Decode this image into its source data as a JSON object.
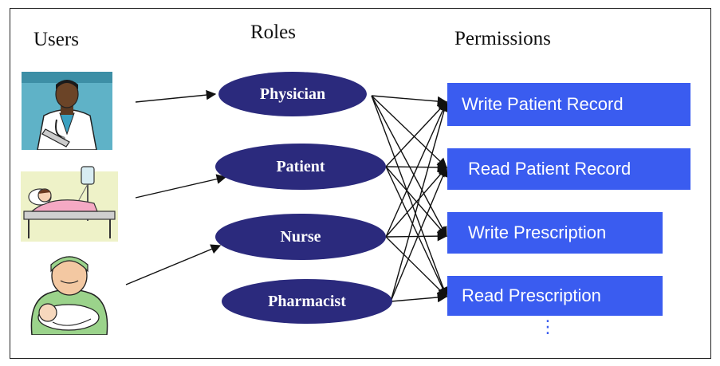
{
  "headings": {
    "users": "Users",
    "roles": "Roles",
    "permissions": "Permissions"
  },
  "users": [
    {
      "icon": "physician-user-icon"
    },
    {
      "icon": "patient-user-icon"
    },
    {
      "icon": "nurse-user-icon"
    }
  ],
  "roles": [
    "Physician",
    "Patient",
    "Nurse",
    "Pharmacist"
  ],
  "permissions": [
    "Write Patient Record",
    "Read Patient Record",
    "Write Prescription",
    "Read Prescription"
  ],
  "more_indicator": "⋮",
  "assignments": {
    "user_to_role": [
      [
        0,
        0
      ],
      [
        1,
        1
      ],
      [
        2,
        2
      ]
    ],
    "role_to_permission": [
      [
        0,
        0
      ],
      [
        0,
        1
      ],
      [
        0,
        2
      ],
      [
        0,
        3
      ],
      [
        1,
        0
      ],
      [
        1,
        1
      ],
      [
        1,
        2
      ],
      [
        1,
        3
      ],
      [
        2,
        0
      ],
      [
        2,
        1
      ],
      [
        2,
        2
      ],
      [
        2,
        3
      ],
      [
        3,
        0
      ],
      [
        3,
        1
      ],
      [
        3,
        3
      ]
    ]
  },
  "colors": {
    "role_fill": "#2b2a7d",
    "permission_fill": "#3a5cf0",
    "connector": "#111111"
  }
}
